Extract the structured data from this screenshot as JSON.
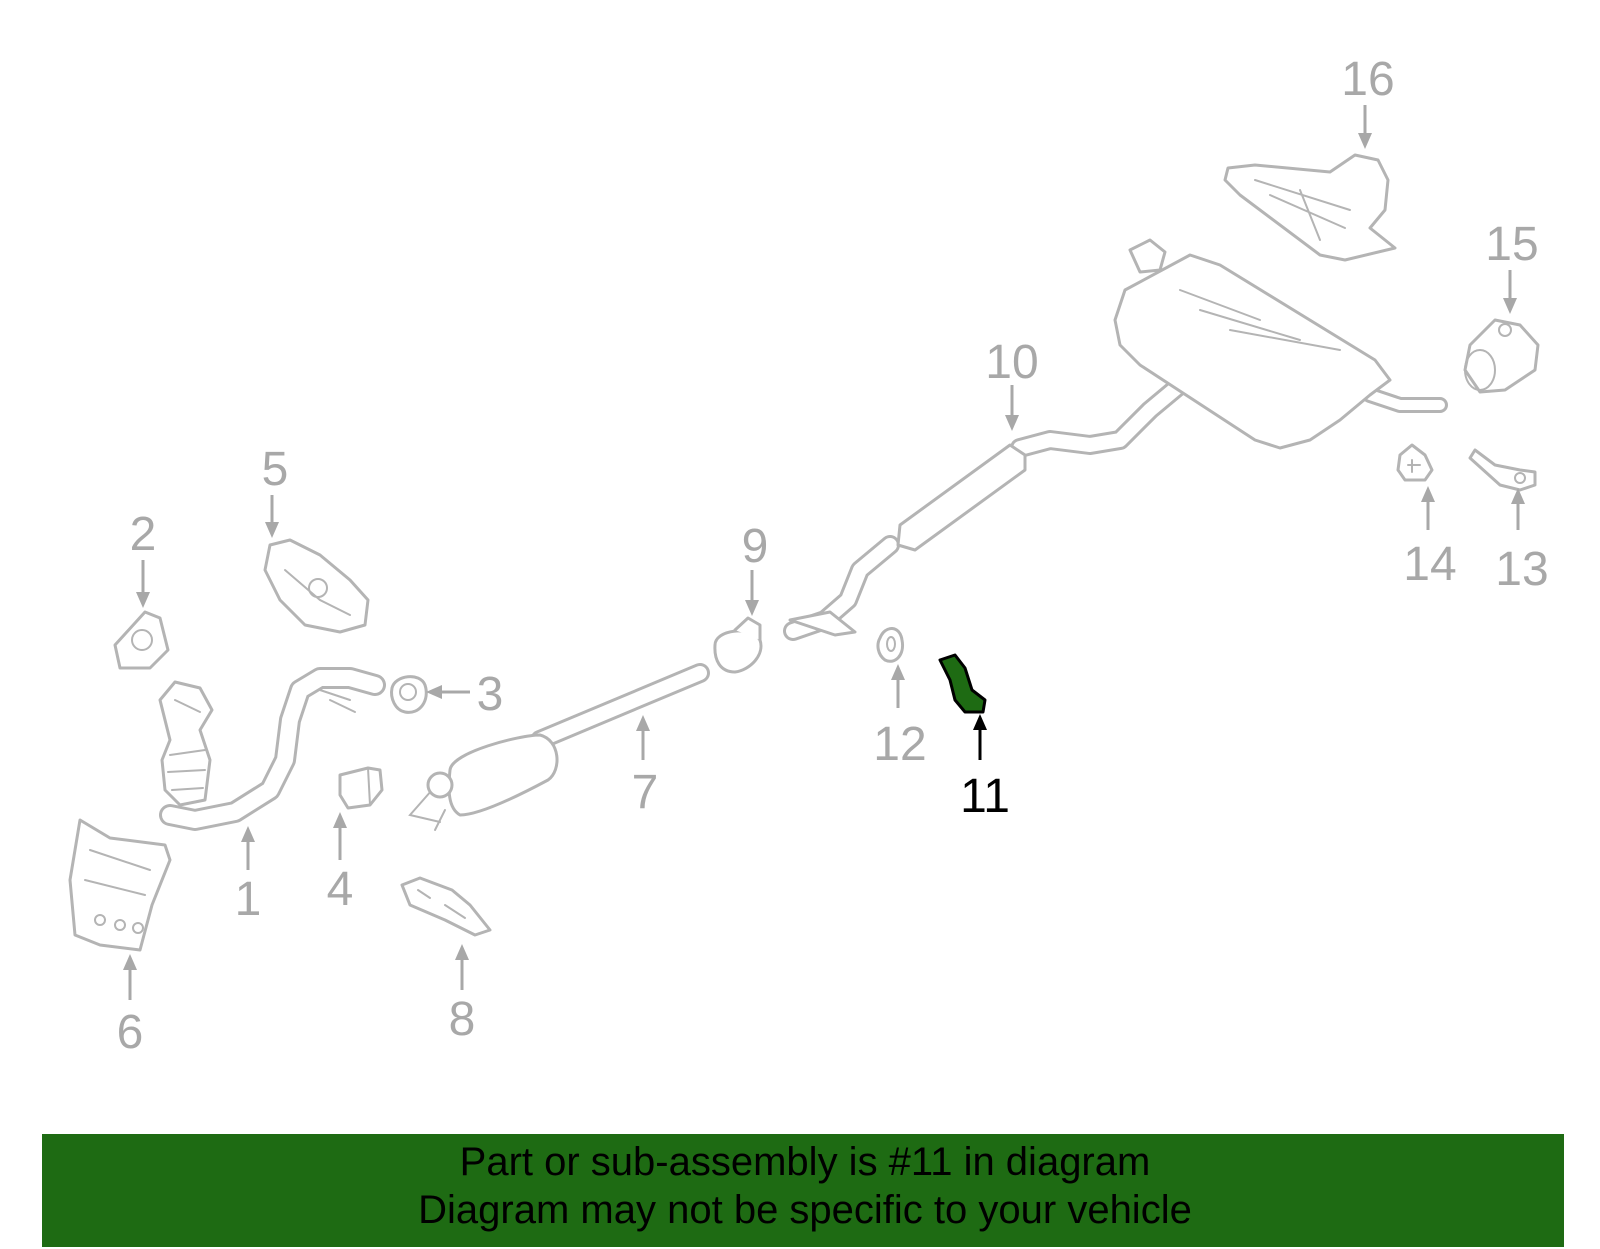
{
  "highlight_color": "#1e6b13",
  "callouts": [
    "1",
    "2",
    "3",
    "4",
    "5",
    "6",
    "7",
    "8",
    "9",
    "10",
    "11",
    "12",
    "13",
    "14",
    "15",
    "16"
  ],
  "highlighted_callout": "11",
  "footer": {
    "line1": "Part or sub-assembly is #11 in diagram",
    "line2": "Diagram may not be specific to your vehicle"
  }
}
